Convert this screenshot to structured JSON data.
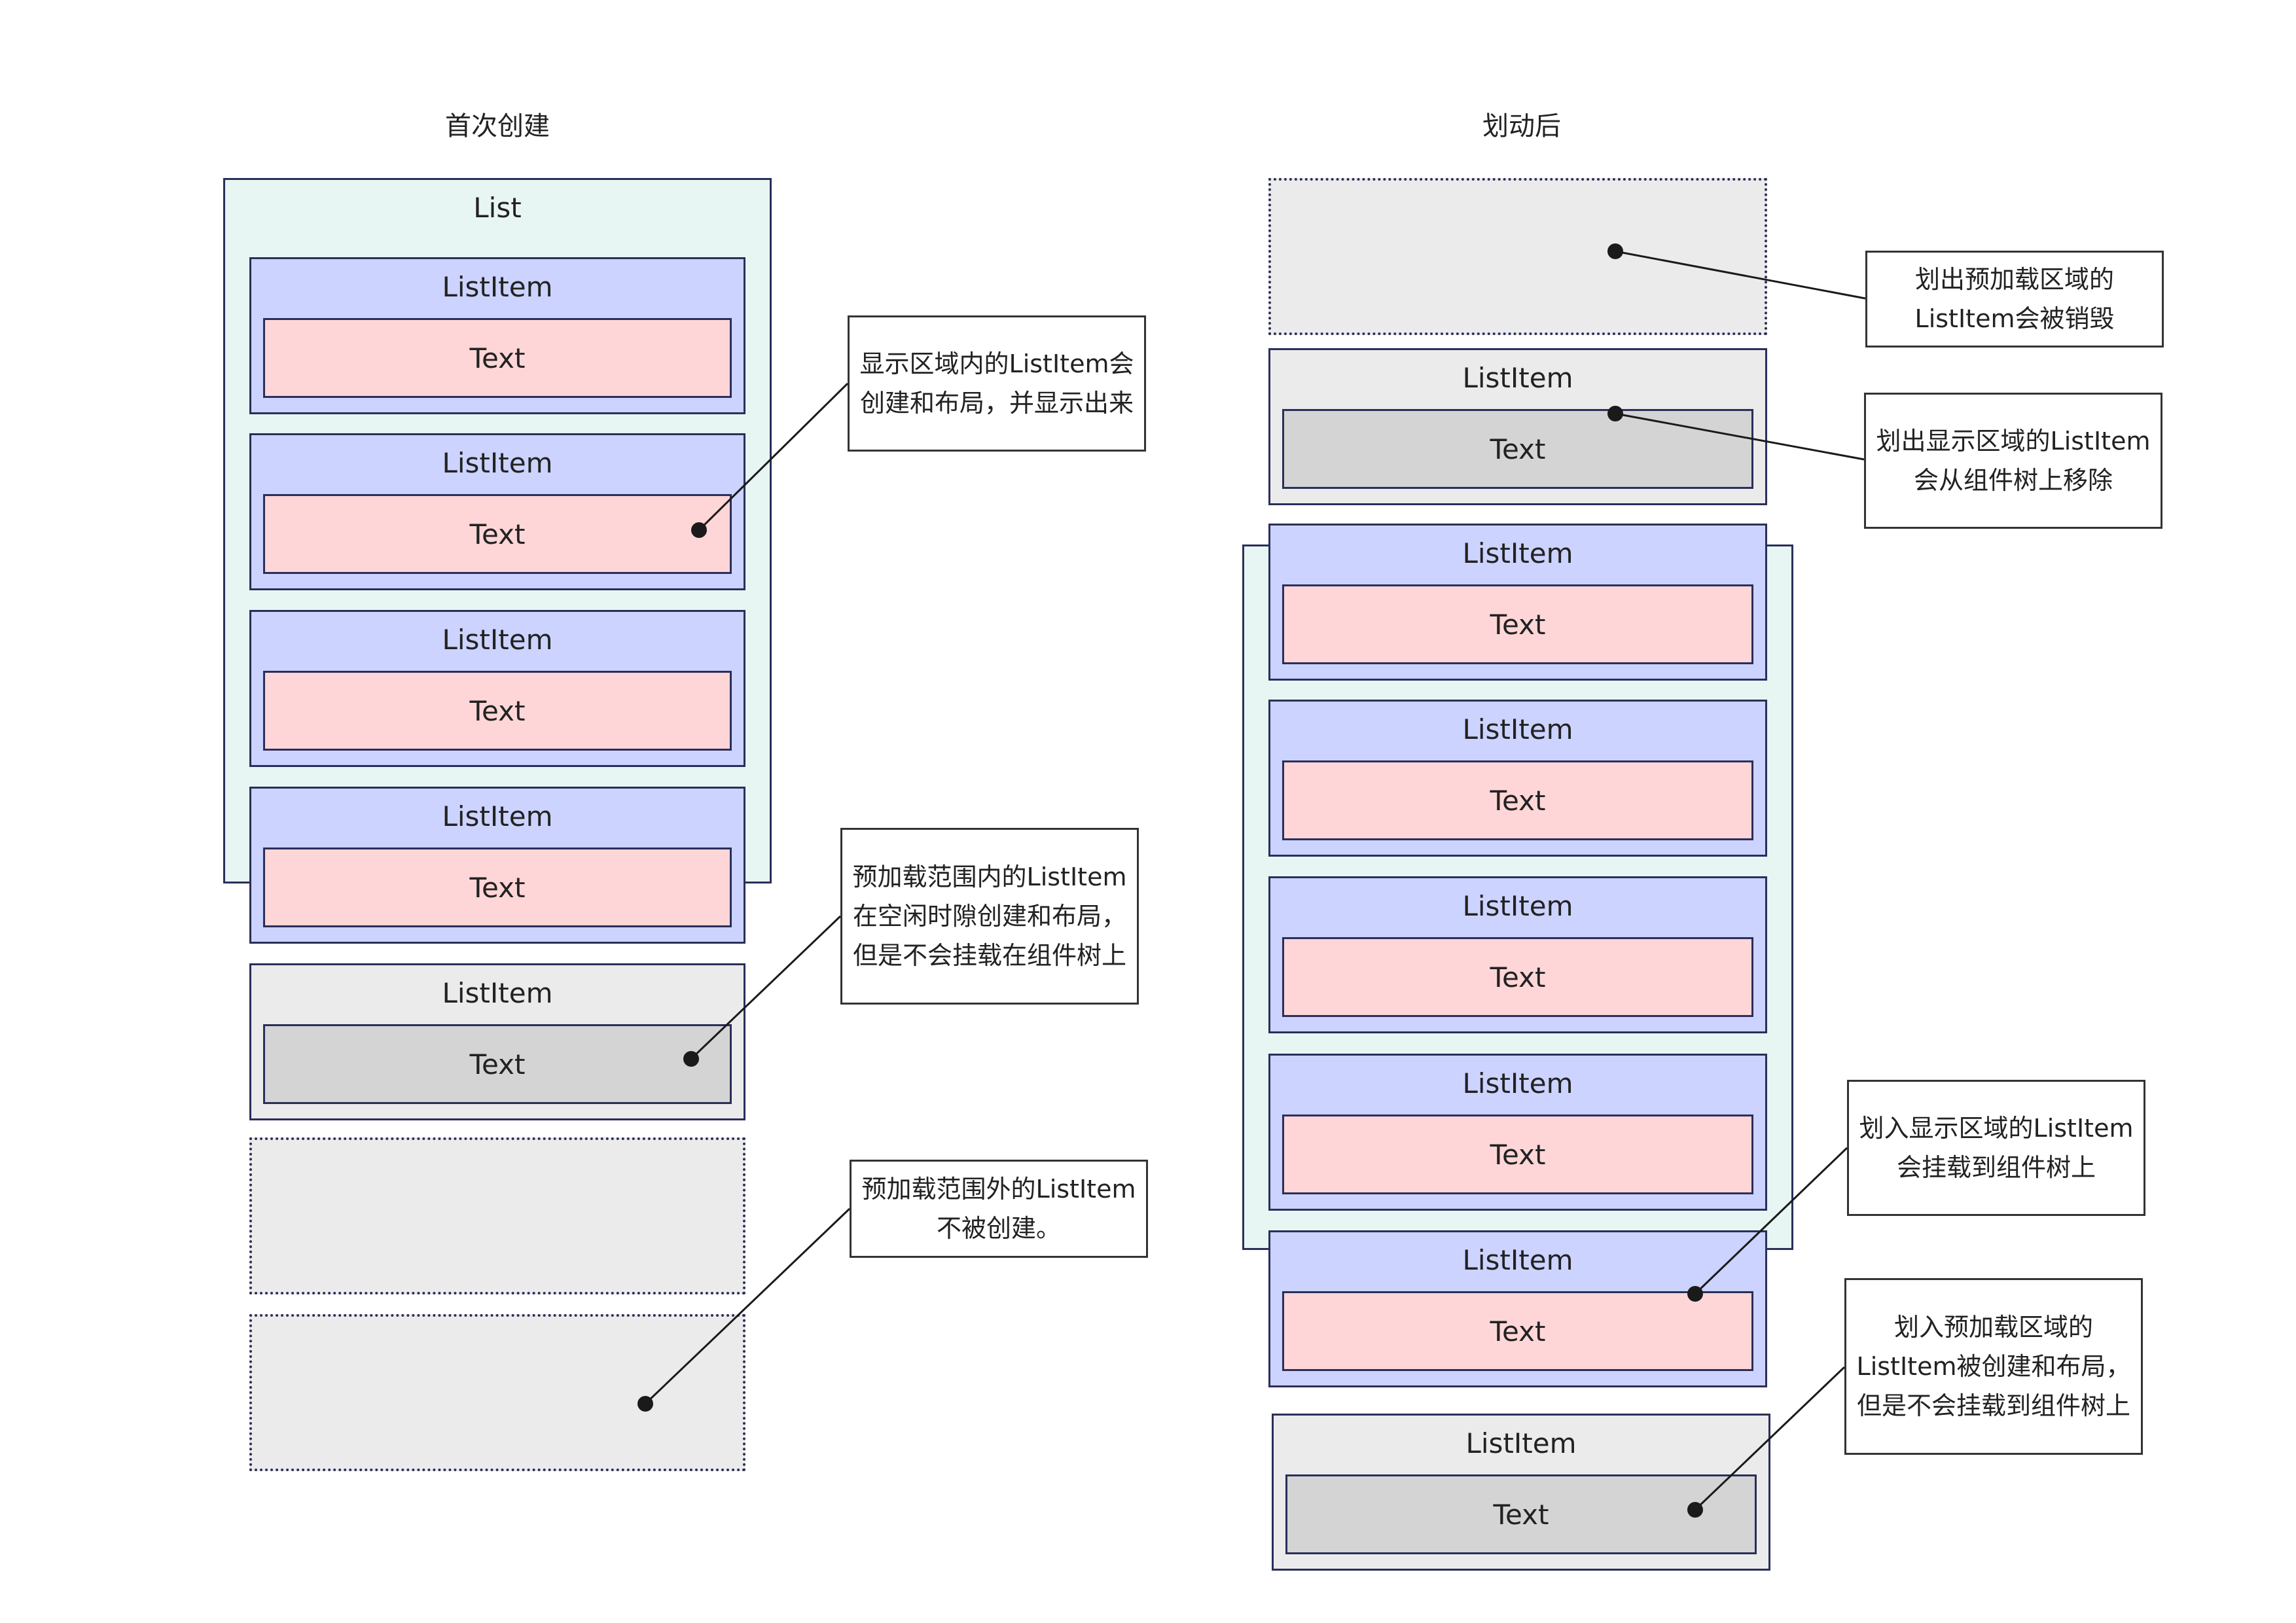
{
  "titles": {
    "left": "首次创建",
    "right": "划动后"
  },
  "list_label": "List",
  "item_label": "ListItem",
  "text_label": "Text",
  "notes": {
    "visible_left": "显示区域内的ListItem会创建和布局，并显示出来",
    "preload_left": "预加载范围内的ListItem在空闲时隙创建和布局，但是不会挂载在组件树上",
    "outside_left": "预加载范围外的ListItem不被创建。",
    "destroyed_right": "划出预加载区域的ListItem会被销毁",
    "removed_right": "划出显示区域的ListItem会从组件树上移除",
    "mounted_right": "划入显示区域的ListItem会挂载到组件树上",
    "created_right": "划入预加载区域的ListItem被创建和布局，但是不会挂载到组件树上"
  },
  "colors": {
    "list_background": "#e8f6f3",
    "item_visible": "#ccd3ff",
    "text_visible": "#ffd6d8",
    "item_preload": "#ebebeb",
    "text_preload": "#d4d4d4",
    "border": "#2a2f5a"
  }
}
